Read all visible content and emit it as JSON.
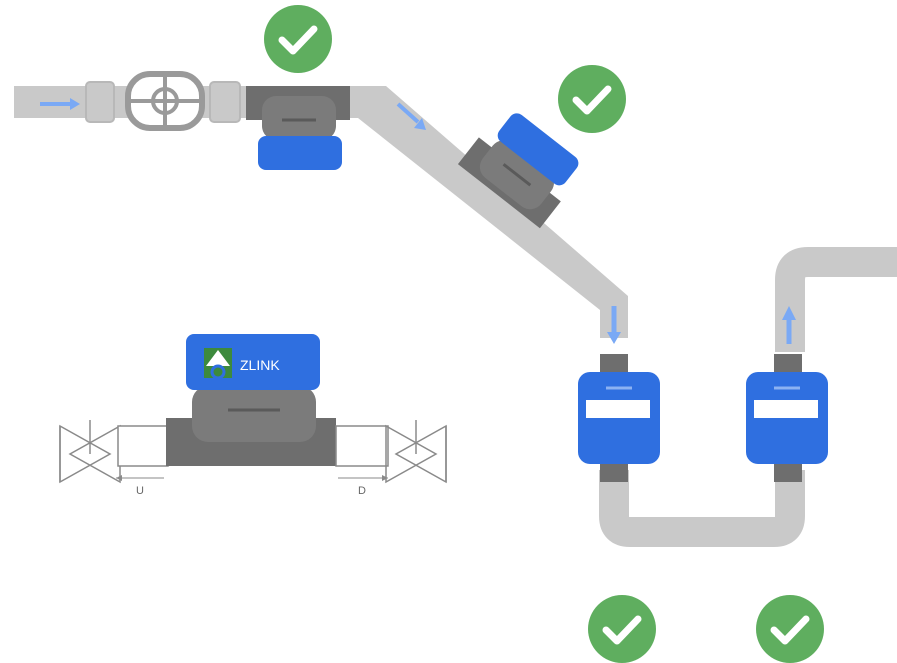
{
  "brand": {
    "name": "ZLINK",
    "logo_icon": "zlink-logo-icon"
  },
  "detail": {
    "upstream_label": "U",
    "downstream_label": "D"
  },
  "colors": {
    "pipe": "#c9c9c9",
    "meter_body": "#6e6e6e",
    "meter_face": "#7b7b7b",
    "meter_blue": "#2f6fe0",
    "flow_arrow": "#7aa9f5",
    "check_green": "#5fae5f",
    "check_mark": "#ffffff",
    "valve": "#9a9a9a",
    "outline": "#b8b8b8"
  },
  "icons": {
    "check": "check-circle-icon",
    "flow": "flow-arrow-icon",
    "valve": "valve-handwheel-icon"
  }
}
